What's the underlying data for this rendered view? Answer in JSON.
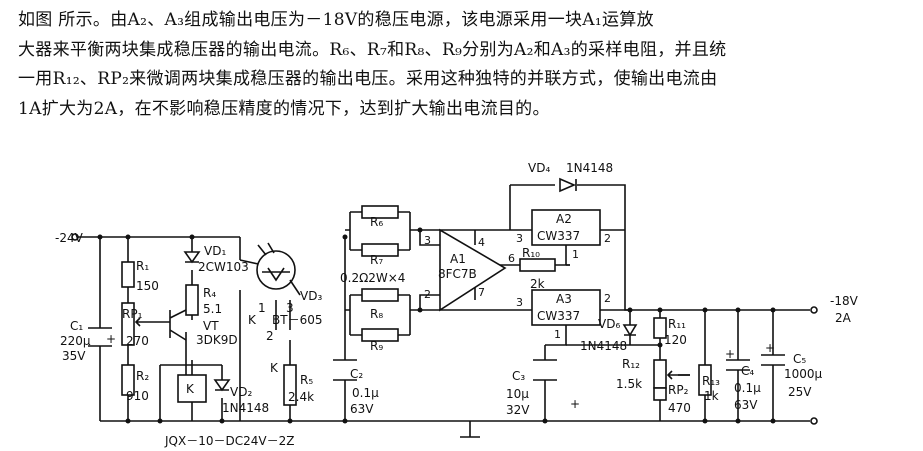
{
  "description": {
    "line1": "如图  所示。由A₂、A₃组成输出电压为－18V的稳压电源，该电源采用一块A₁运算放",
    "line2": "大器来平衡两块集成稳压器的输出电流。R₆、R₇和R₈、R₉分别为A₂和A₃的采样电阻，并且统",
    "line3": "一用R₁₂、RP₂来微调两块集成稳压器的输出电压。采用这种独特的并联方式，使输出电流由",
    "line4": "1A扩大为2A，在不影响稳压精度的情况下，达到扩大输出电流目的。"
  },
  "schematic": {
    "input_voltage": "-24V",
    "output_voltage": "-18V",
    "output_current": "2A",
    "relay_label": "JQX－10－DC24V－2Z",
    "components": {
      "c1": [
        "C₁",
        "220μ",
        "35V"
      ],
      "r1": [
        "R₁",
        "150"
      ],
      "rp1": [
        "RP₁",
        "270"
      ],
      "r2": [
        "R₂",
        "910"
      ],
      "vd1": [
        "VD₁",
        "2CW103"
      ],
      "r4": [
        "R₄",
        "5.1"
      ],
      "vt": [
        "VT",
        "3DK9D"
      ],
      "k": "K",
      "vd2": [
        "VD₂",
        "1N4148"
      ],
      "vd3": "VD₃",
      "bt": "BT－605",
      "pins_bt": [
        "1",
        "3",
        "2"
      ],
      "k2": "K",
      "r5": [
        "R₅",
        "2.4k"
      ],
      "c2": [
        "C₂",
        "0.1μ",
        "63V"
      ],
      "r6": "R₆",
      "r7": "R₇",
      "r_note": "0.2Ω2W×4",
      "r8": "R₈",
      "r9": "R₉",
      "a1": [
        "A1",
        "8FC7B"
      ],
      "a1_pins": [
        "3",
        "4",
        "2",
        "7",
        "6"
      ],
      "r10": [
        "R₁₀",
        "2k"
      ],
      "vd4": [
        "VD₄",
        "1N4148"
      ],
      "a2": [
        "A2",
        "CW337"
      ],
      "a2_pins": [
        "3",
        "2",
        "1"
      ],
      "a3": [
        "A3",
        "CW337"
      ],
      "a3_pins": [
        "3",
        "2",
        "1"
      ],
      "vd6": [
        "VD₆",
        "1N4148"
      ],
      "c3": [
        "C₃",
        "10μ",
        "32V"
      ],
      "r11": [
        "R₁₁",
        "120"
      ],
      "r12": [
        "R₁₂",
        "1.5k"
      ],
      "rp2": [
        "RP₂",
        "470"
      ],
      "r13": [
        "R₁₃",
        "1k"
      ],
      "c4": [
        "C₄",
        "0.1μ",
        "63V"
      ],
      "c5": [
        "C₅",
        "1000μ",
        "25V"
      ]
    }
  }
}
